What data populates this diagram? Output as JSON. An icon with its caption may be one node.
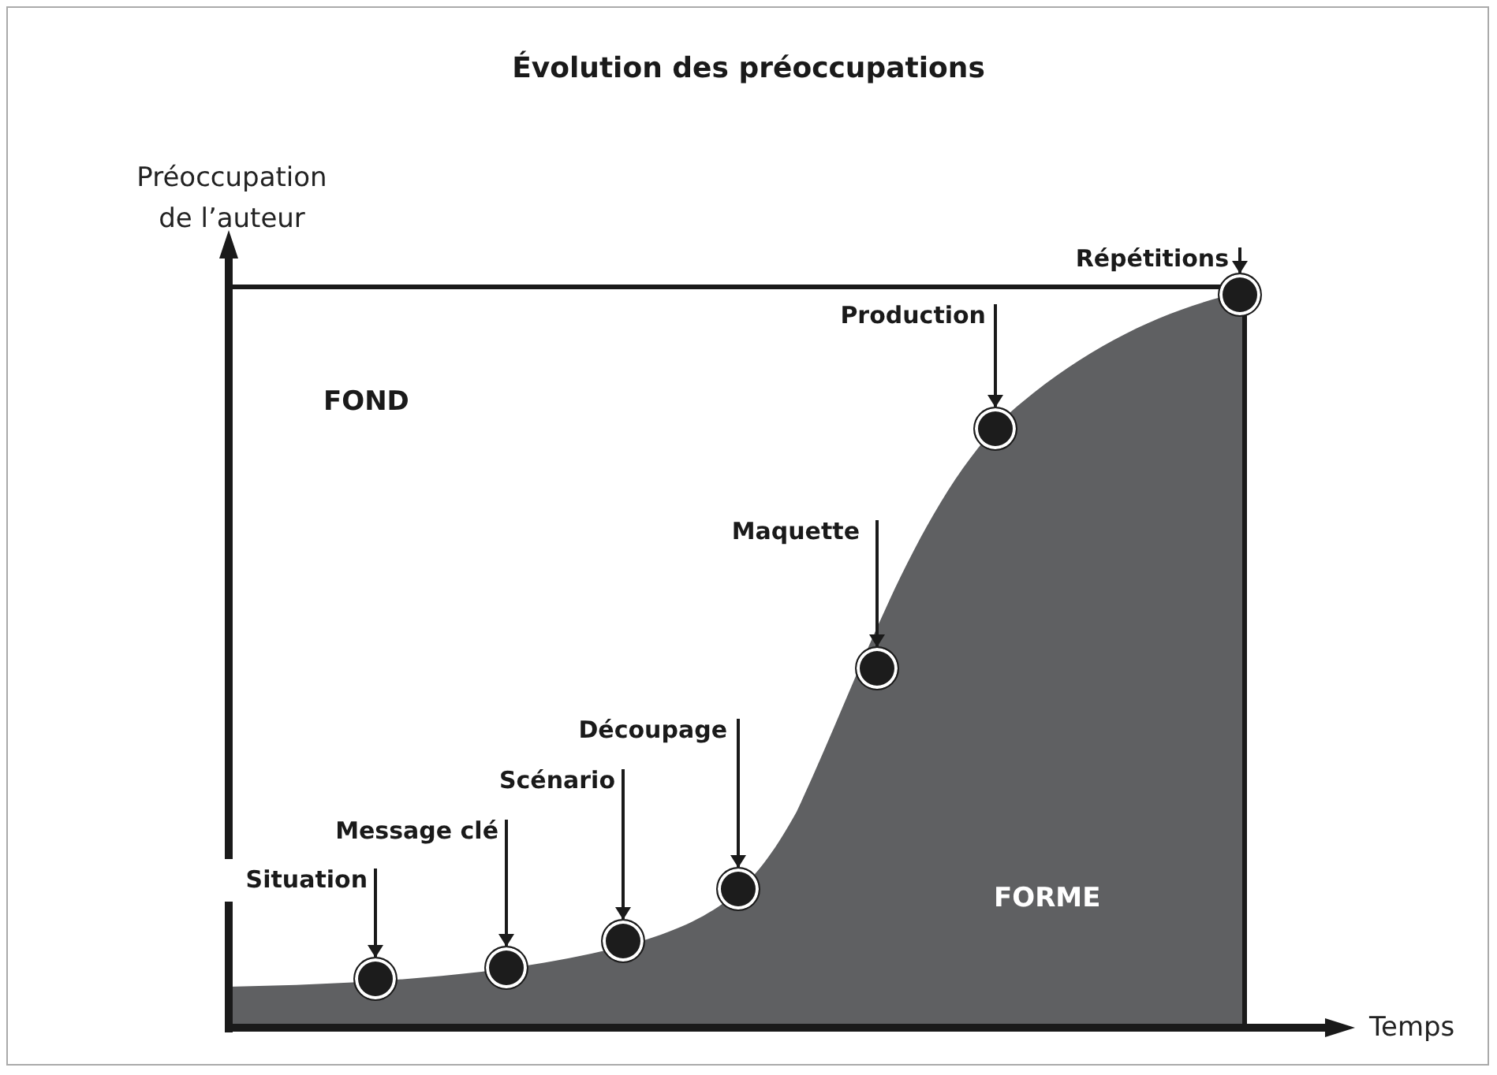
{
  "diagram": {
    "title": "Évolution des préoccupations",
    "nodes": [
      {
        "text": [
          "Situation"
        ]
      },
      {
        "text": [
          "Message clé"
        ]
      },
      {
        "text": [
          "Scénario"
        ]
      },
      {
        "text": [
          "Découpage"
        ]
      },
      {
        "text": [
          "Maquette"
        ]
      },
      {
        "text": [
          "Production"
        ]
      },
      {
        "text": [
          "Répétitions"
        ]
      },
      {
        "text": [],
        "shape": "circle"
      },
      {
        "text": [],
        "shape": "circle"
      },
      {
        "text": [],
        "shape": "circle"
      },
      {
        "text": [],
        "shape": "circle"
      },
      {
        "text": [],
        "shape": "circle"
      },
      {
        "text": [],
        "shape": "circle"
      },
      {
        "text": [],
        "shape": "circle"
      }
    ],
    "edges": [
      {
        "from": 0,
        "to": 7,
        "arrow": "to"
      },
      {
        "from": 1,
        "to": 8,
        "arrow": "to"
      },
      {
        "from": 2,
        "to": 9,
        "arrow": "to"
      },
      {
        "from": 3,
        "to": 10,
        "arrow": "to"
      },
      {
        "from": 4,
        "to": 11,
        "arrow": "to"
      },
      {
        "from": 5,
        "to": 12,
        "arrow": "to"
      },
      {
        "from": 6,
        "to": 13,
        "arrow": "to"
      }
    ],
    "labels": [
      "Préoccupation de l’auteur",
      "FOND",
      "FORME",
      "Temps"
    ]
  }
}
